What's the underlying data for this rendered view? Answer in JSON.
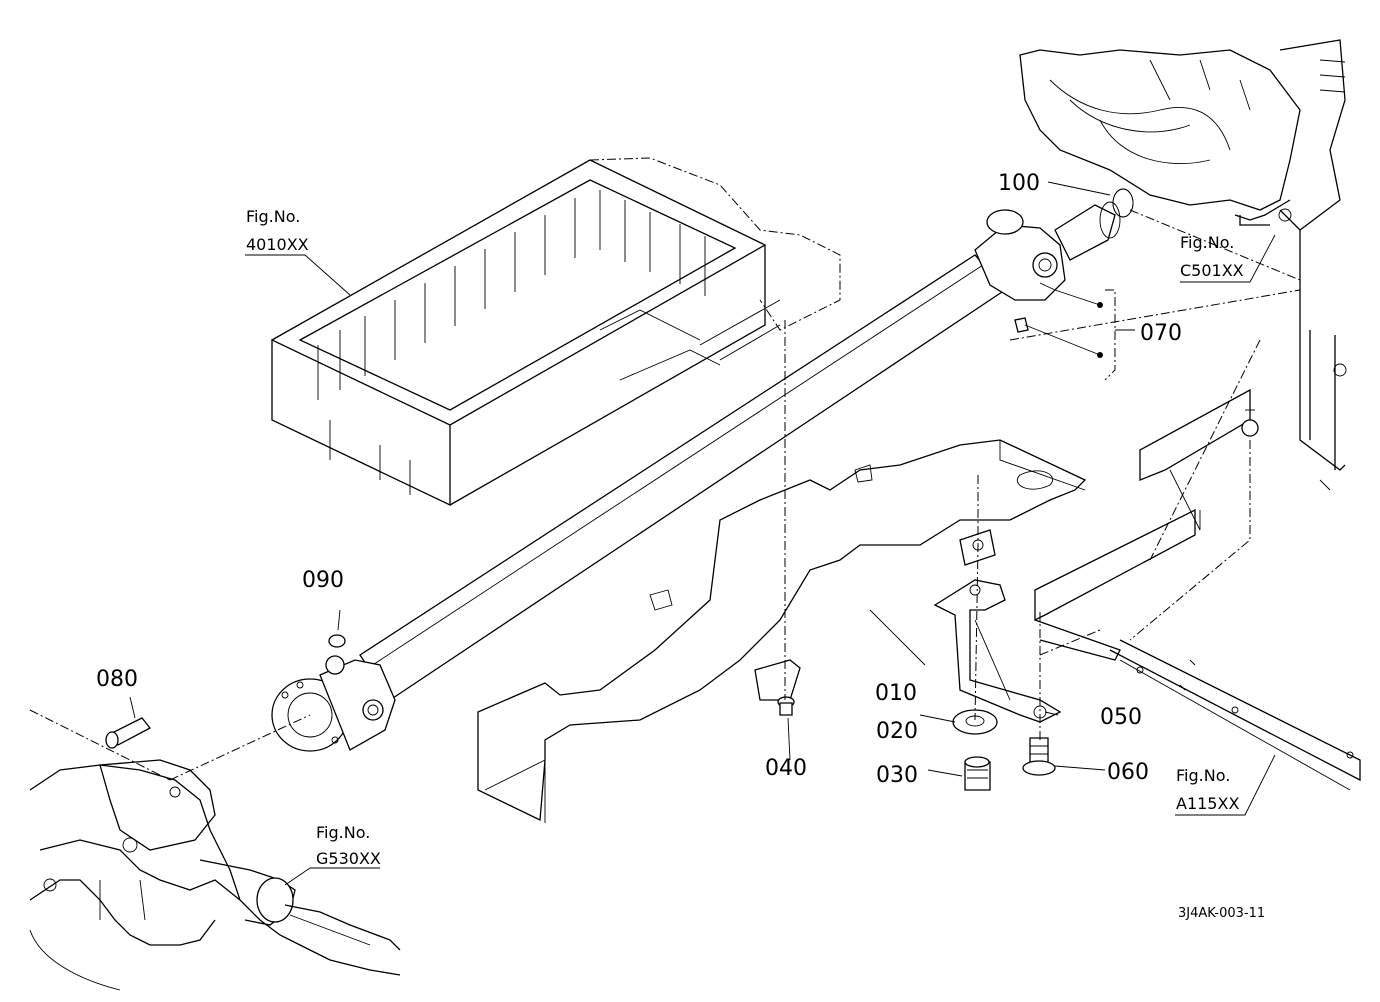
{
  "callouts": {
    "p010": "010",
    "p020": "020",
    "p030": "030",
    "p040": "040",
    "p050": "050",
    "p060": "060",
    "p070": "070",
    "p080": "080",
    "p090": "090",
    "p100": "100"
  },
  "figure_refs": {
    "f4010": {
      "prefix": "Fig.No.",
      "number": "4010XX"
    },
    "fC501": {
      "prefix": "Fig.No.",
      "number": "C501XX"
    },
    "fG530": {
      "prefix": "Fig.No.",
      "number": "G530XX"
    },
    "fA115": {
      "prefix": "Fig.No.",
      "number": "A115XX"
    }
  },
  "drawing_code": "3J4AK-003-11"
}
